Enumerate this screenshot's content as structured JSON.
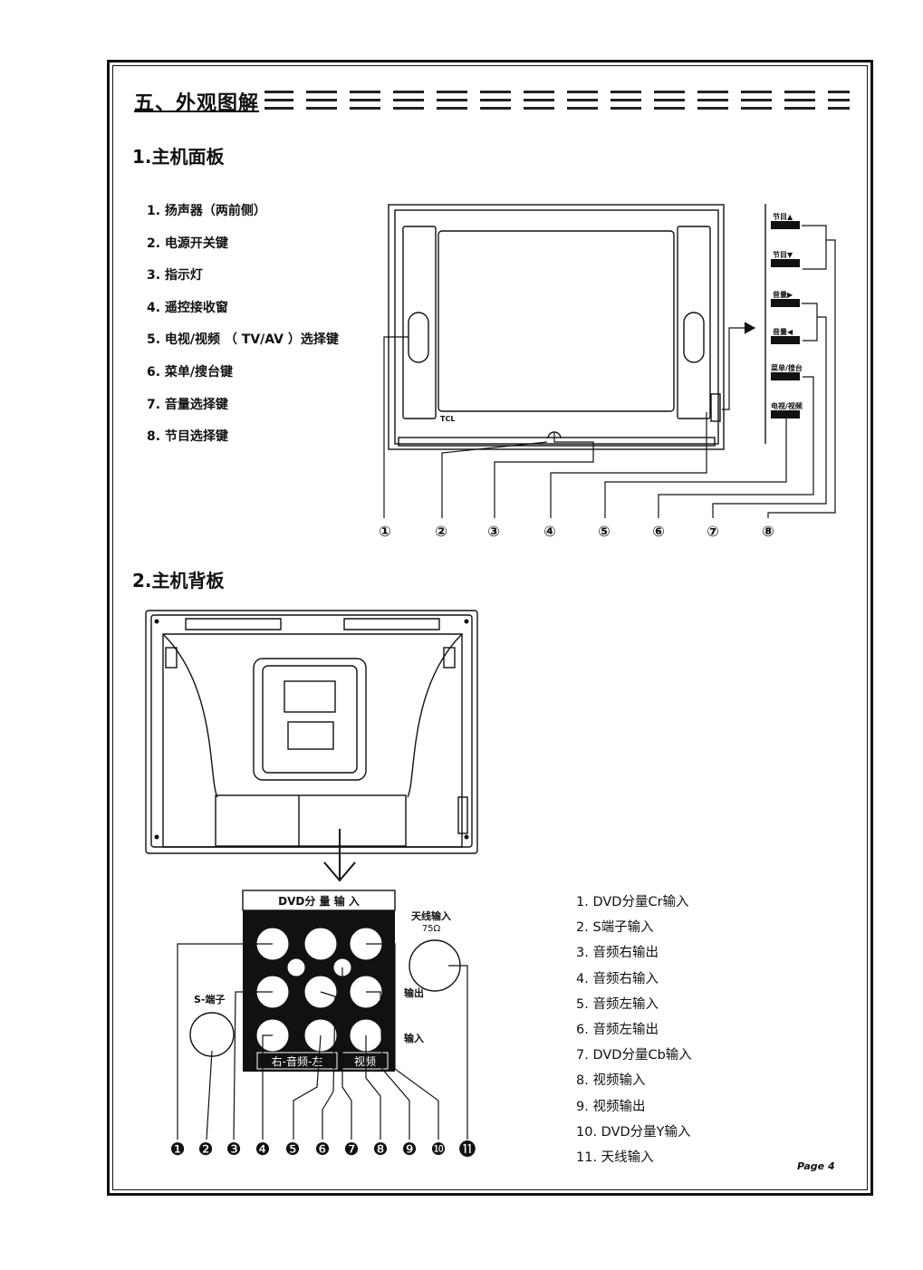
{
  "page": {
    "title": "五、外观图解",
    "page_label": "Page 4"
  },
  "front": {
    "heading": "1.主机面板",
    "items": [
      "1. 扬声器（两前侧）",
      "2. 电源开关键",
      "3. 指示灯",
      "4. 遥控接收窗",
      "5. 电视/视频 （ TV/AV ）选择键",
      "6. 菜单/搜台键",
      "7. 音量选择键",
      "8. 节目选择键"
    ],
    "brand": "TCL",
    "side_buttons": [
      "节目▲",
      "节目▼",
      "音量▶",
      "音量◀",
      "菜单/搜台",
      "电视/视频"
    ],
    "callouts": [
      "①",
      "②",
      "③",
      "④",
      "⑤",
      "⑥",
      "⑦",
      "⑧"
    ]
  },
  "back": {
    "heading": "2.主机背板",
    "panel_header": "DVD分 量 输 入",
    "antenna_label": "天线输入",
    "antenna_ohm": "75Ω",
    "s_label": "S-端子",
    "out_label": "输出",
    "in_label": "输入",
    "audio_label": "右-音频-左",
    "video_label": "视频",
    "callouts": [
      "❶",
      "❷",
      "❸",
      "❹",
      "❺",
      "❻",
      "❼",
      "❽",
      "❾",
      "❿",
      "⓫"
    ],
    "items": [
      "1. DVD分量Cr输入",
      "2. S端子输入",
      "3. 音频右输出",
      "4. 音频右输入",
      "5. 音频左输入",
      "6. 音频左输出",
      "7. DVD分量Cb输入",
      "8. 视频输入",
      "9. 视频输出",
      "10. DVD分量Y输入",
      "11. 天线输入"
    ]
  }
}
